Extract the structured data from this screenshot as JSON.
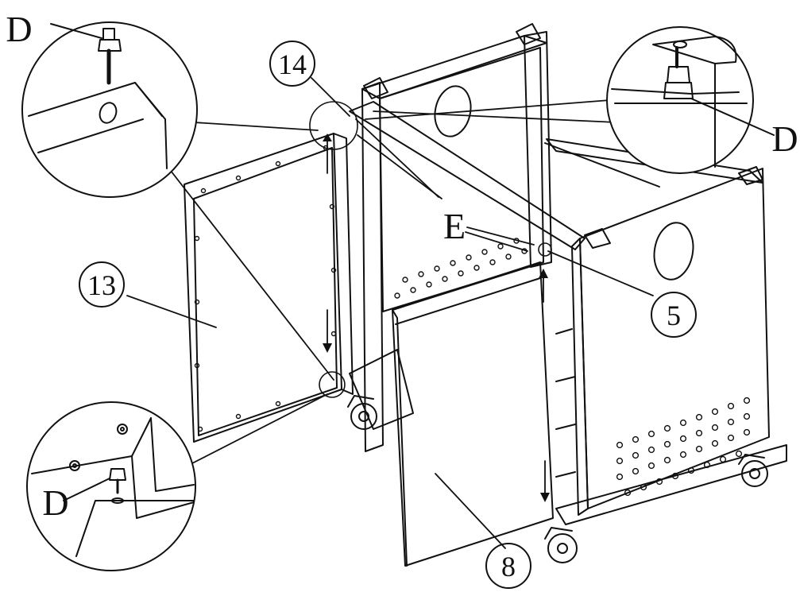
{
  "callouts": {
    "part_13": "13",
    "part_14": "14",
    "part_5": "5",
    "part_8": "8",
    "part_E": "E",
    "detail_top_left_D": "D",
    "detail_top_right_D": "D",
    "detail_bottom_left_D": "D"
  },
  "colors": {
    "ink": "#111111",
    "paper": "#ffffff"
  }
}
